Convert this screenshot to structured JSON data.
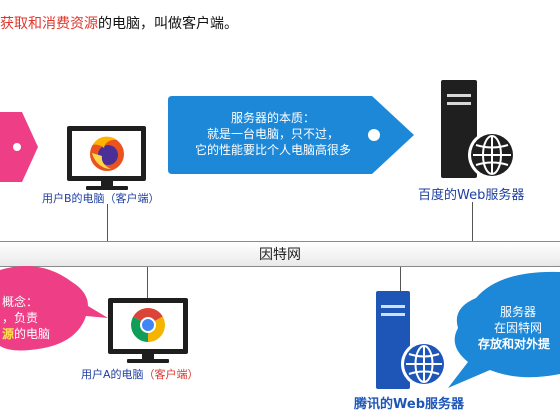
{
  "header": {
    "lead_text": "获取和消费资源",
    "rest_text": "的电脑，叫做客户端。"
  },
  "network": {
    "label": "因特网"
  },
  "callouts": {
    "blue_tag": {
      "line1": "服务器的本质：",
      "line2": "就是一台电脑，只不过，",
      "line3": "它的性能要比个人电脑高很多"
    },
    "left_bubble": {
      "line1": "概念：",
      "line2": "，负责",
      "line3_red": "源",
      "line3_rest": "的电脑"
    },
    "right_bubble": {
      "line1": "服务器",
      "line2": "在因特网",
      "line3": "存放和对外提"
    }
  },
  "nodes": {
    "user_b": {
      "label": "用户B的电脑（客户端）"
    },
    "user_a": {
      "label_main": "用户A的电脑",
      "label_client": "（客户端）"
    },
    "baidu_server": {
      "label": "百度的Web服务器"
    },
    "tencent_server": {
      "label": "腾讯的Web服务器"
    }
  },
  "icons": [
    "firefox-icon",
    "chrome-icon",
    "globe-icon",
    "server-icon"
  ],
  "colors": {
    "accent_red": "#e0352b",
    "callout_blue": "#1e88d8",
    "pink": "#ee3f86",
    "server_blue": "#1e56b8"
  }
}
